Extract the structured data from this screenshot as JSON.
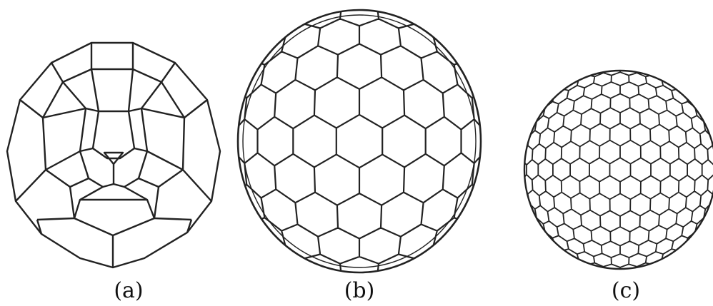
{
  "figure": {
    "panels": [
      {
        "id": "a",
        "label": "(a)"
      },
      {
        "id": "b",
        "label": "(b)"
      },
      {
        "id": "c",
        "label": "(c)"
      }
    ]
  },
  "colors": {
    "stroke": "#222222",
    "background": "#ffffff"
  }
}
